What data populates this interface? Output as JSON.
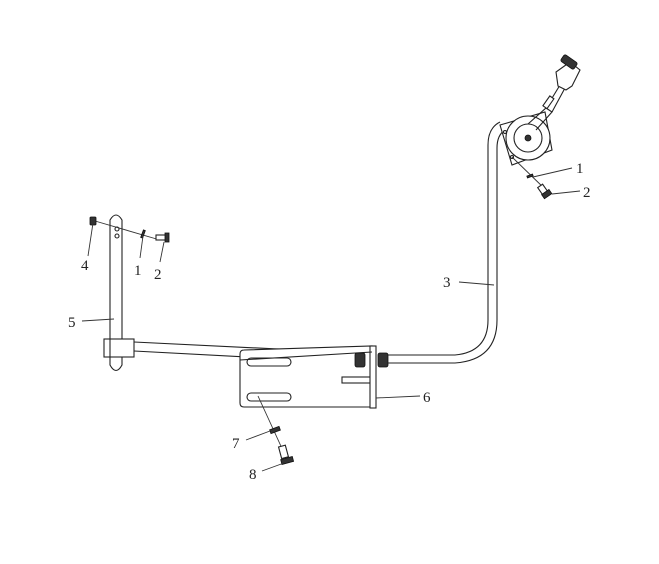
{
  "diagram": {
    "callouts": [
      {
        "text": "1"
      },
      {
        "text": "2"
      },
      {
        "text": "3"
      },
      {
        "text": "4"
      },
      {
        "text": "1"
      },
      {
        "text": "2"
      },
      {
        "text": "5"
      },
      {
        "text": "6"
      },
      {
        "text": "7"
      },
      {
        "text": "8"
      }
    ]
  }
}
